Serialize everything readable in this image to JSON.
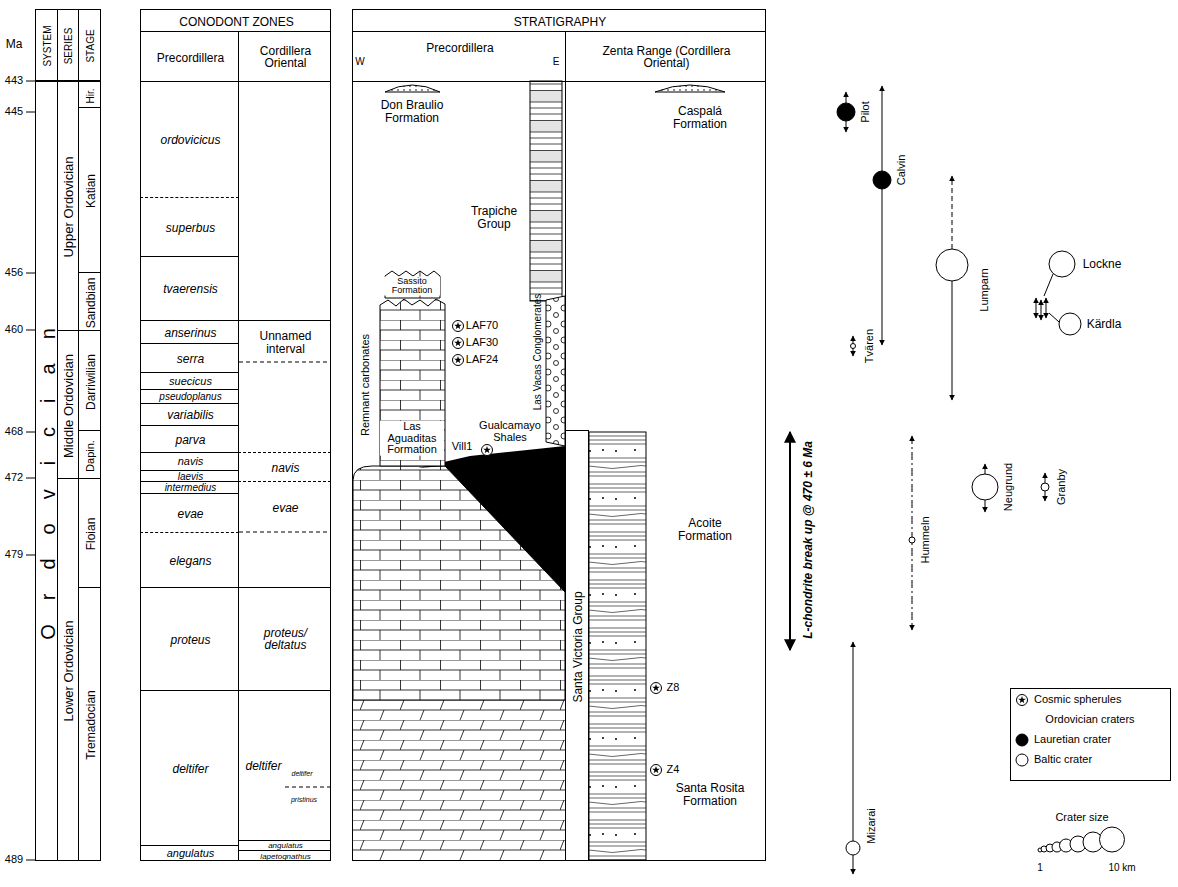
{
  "diagram": {
    "nodes": [
      {
        "text": [
          "SYSTEM"
        ]
      },
      {
        "text": [
          "SERIES"
        ]
      },
      {
        "text": [
          "STAGE"
        ]
      },
      {
        "text": [
          "CONODONT ZONES"
        ]
      },
      {
        "text": [
          "Precordillera"
        ]
      },
      {
        "text": [
          "Cordillera Oriental"
        ]
      },
      {
        "text": [
          "STRATIGRAPHY"
        ]
      },
      {
        "text": [
          "Precordillera"
        ]
      },
      {
        "text": [
          "Zenta Range (Cordillera Oriental)"
        ]
      },
      {
        "text": [
          "Ordovician"
        ]
      },
      {
        "text": [
          "Upper Ordovician"
        ]
      },
      {
        "text": [
          "Middle Ordovician"
        ]
      },
      {
        "text": [
          "Lower Ordovician"
        ]
      },
      {
        "text": [
          "Hir."
        ]
      },
      {
        "text": [
          "Katian"
        ]
      },
      {
        "text": [
          "Sandbian"
        ]
      },
      {
        "text": [
          "Darriwilian"
        ]
      },
      {
        "text": [
          "Dapin."
        ]
      },
      {
        "text": [
          "Floian"
        ]
      },
      {
        "text": [
          "Tremadocian"
        ]
      },
      {
        "text": [
          "ordovicicus"
        ]
      },
      {
        "text": [
          "superbus"
        ]
      },
      {
        "text": [
          "tvaerensis"
        ]
      },
      {
        "text": [
          "anserinus"
        ]
      },
      {
        "text": [
          "serra"
        ]
      },
      {
        "text": [
          "suecicus"
        ]
      },
      {
        "text": [
          "pseudoplanus"
        ]
      },
      {
        "text": [
          "variabilis"
        ]
      },
      {
        "text": [
          "parva"
        ]
      },
      {
        "text": [
          "navis"
        ]
      },
      {
        "text": [
          "laevis"
        ]
      },
      {
        "text": [
          "intermedius"
        ]
      },
      {
        "text": [
          "evae"
        ]
      },
      {
        "text": [
          "elegans"
        ]
      },
      {
        "text": [
          "proteus"
        ]
      },
      {
        "text": [
          "deltifer"
        ]
      },
      {
        "text": [
          "angulatus"
        ]
      },
      {
        "text": [
          "Unnamed interval"
        ]
      },
      {
        "text": [
          "navis"
        ]
      },
      {
        "text": [
          "evae"
        ]
      },
      {
        "text": [
          "proteus/ deltatus"
        ]
      },
      {
        "text": [
          "deltifer"
        ]
      },
      {
        "text": [
          "angulatus"
        ]
      },
      {
        "text": [
          "lapetognathus"
        ]
      },
      {
        "text": [
          "Santa Victoria Group"
        ]
      }
    ],
    "labels": [
      "Ma",
      "443",
      "445",
      "456",
      "460",
      "468",
      "472",
      "479",
      "489",
      "W",
      "E",
      "Don Braulio Formation",
      "Trapiche Group",
      "Sassito Formation",
      "Remnant carbonates",
      "Las Aguaditas Formation",
      "LAF70",
      "LAF30",
      "LAF24",
      "Vill1",
      "Las Vacas Conglomerates",
      "Gualcamayo Shales",
      "Caspalá Formation",
      "Acoite Formation",
      "Z8",
      "Z4",
      "Santa Rosita Formation",
      "deltifer",
      "pristinus",
      "Pilot",
      "Calvin",
      "Lumparn",
      "Lockne",
      "Kärdla",
      "Tvären",
      "L-chondrite break up @ 470 ± 6 Ma",
      "Hummeln",
      "Neugrund",
      "Granby",
      "Mizarai",
      "Ordovician craters",
      "Crater size",
      "1",
      "10 km"
    ],
    "legend": [
      {
        "text": "Cosmic spherules"
      },
      {
        "text": "Lauretian crater"
      },
      {
        "text": "Baltic crater"
      }
    ]
  }
}
